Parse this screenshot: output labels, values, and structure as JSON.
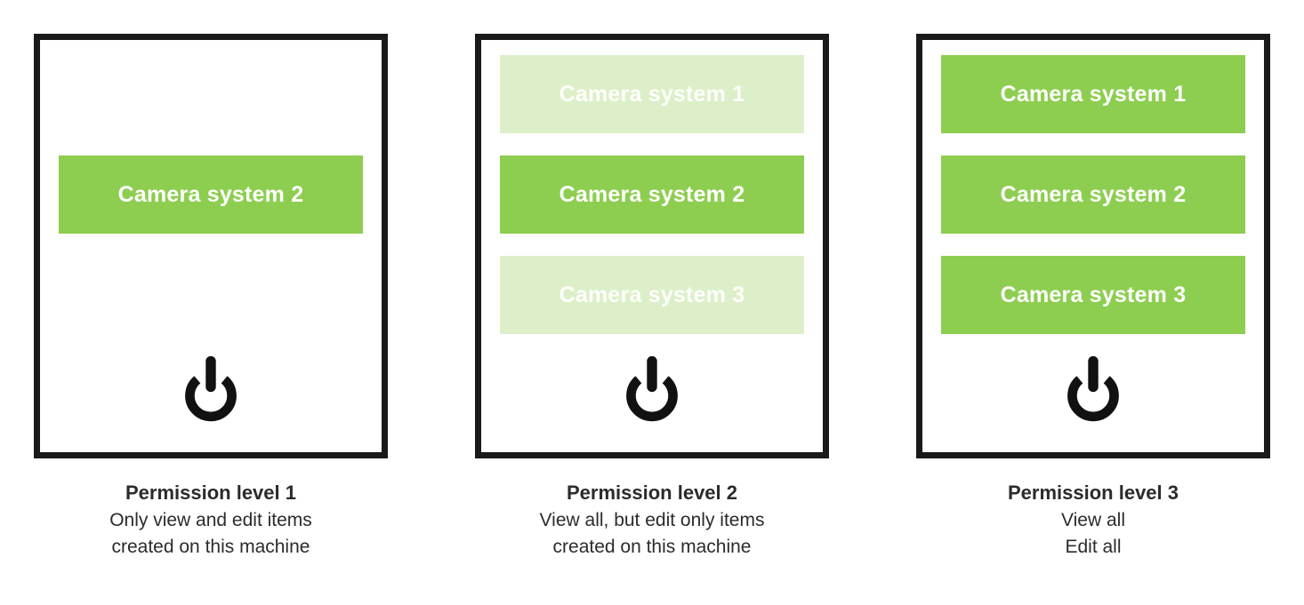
{
  "colors": {
    "green": "#8DCE50",
    "light_green": "#DDEFC8",
    "border": "#1A1A1A",
    "text": "#2B2B2B"
  },
  "icons": {
    "power": "⏻"
  },
  "panels": [
    {
      "caption_title": "Permission level 1",
      "caption_lines": [
        "Only view and edit items",
        "created on this machine"
      ],
      "buttons": [
        {
          "label": "Camera system 2",
          "state": "editable"
        }
      ]
    },
    {
      "caption_title": "Permission level 2",
      "caption_lines": [
        "View all, but edit only items",
        "created on this machine"
      ],
      "buttons": [
        {
          "label": "Camera system 1",
          "state": "view-only"
        },
        {
          "label": "Camera system 2",
          "state": "editable"
        },
        {
          "label": "Camera system 3",
          "state": "view-only"
        }
      ]
    },
    {
      "caption_title": "Permission level 3",
      "caption_lines": [
        "View all",
        "Edit all"
      ],
      "buttons": [
        {
          "label": "Camera system 1",
          "state": "editable"
        },
        {
          "label": "Camera system 2",
          "state": "editable"
        },
        {
          "label": "Camera system 3",
          "state": "editable"
        }
      ]
    }
  ]
}
